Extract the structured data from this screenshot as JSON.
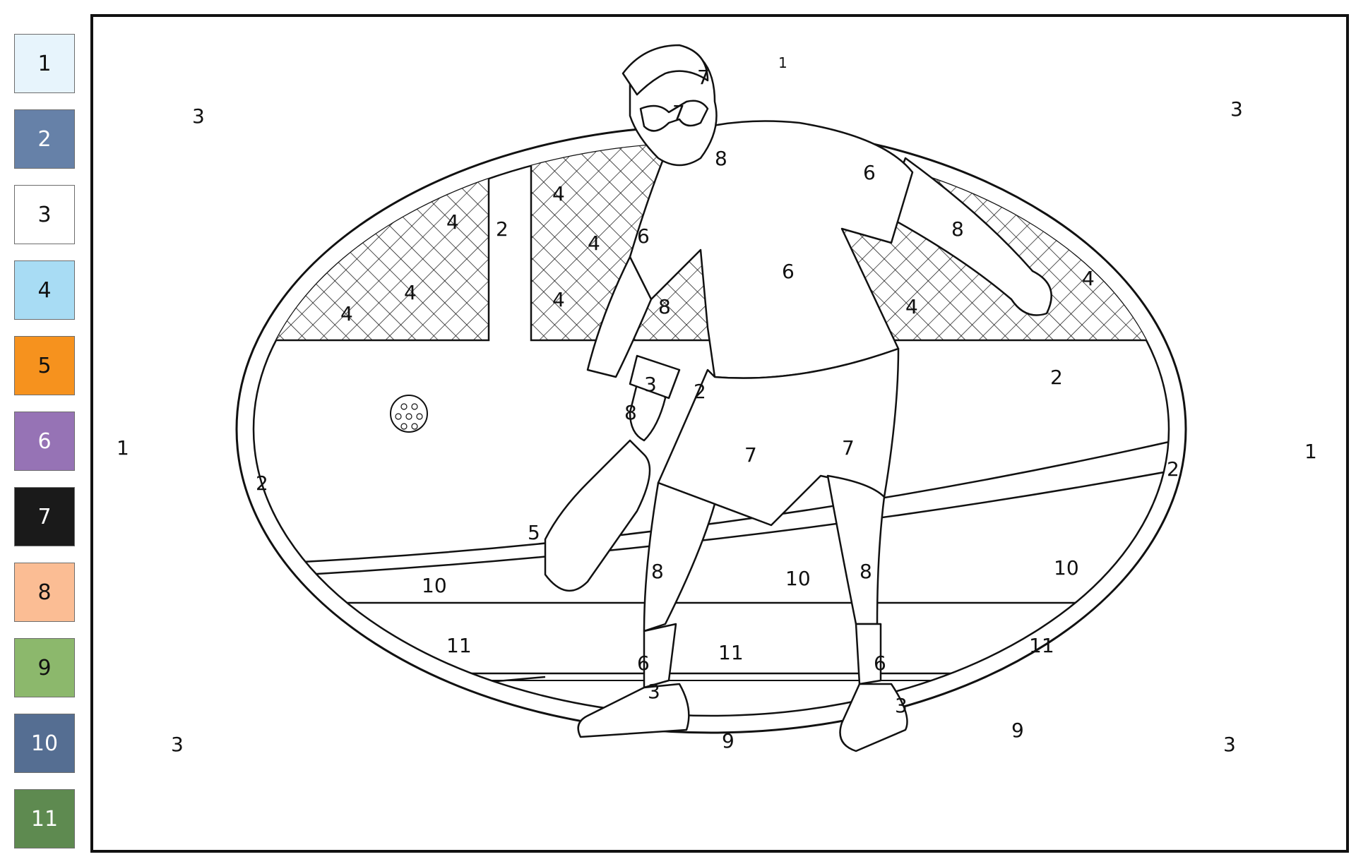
{
  "palette": [
    {
      "number": "1",
      "color": "#e7f4fc"
    },
    {
      "number": "2",
      "color": "#6681a8"
    },
    {
      "number": "3",
      "color": "#ffffff"
    },
    {
      "number": "4",
      "color": "#a8dcf4"
    },
    {
      "number": "5",
      "color": "#f6921e"
    },
    {
      "number": "6",
      "color": "#9673b5"
    },
    {
      "number": "7",
      "color": "#1a1a1a"
    },
    {
      "number": "8",
      "color": "#fbbd94"
    },
    {
      "number": "9",
      "color": "#8cb86c"
    },
    {
      "number": "10",
      "color": "#556e92"
    },
    {
      "number": "11",
      "color": "#5e8a50"
    }
  ],
  "canvas": {
    "subject": "pickleball player coloring page",
    "region_numbers": {
      "background": "3",
      "oval_ring": "1",
      "fence_pattern": "4",
      "court_sky": "2",
      "paddle": "5",
      "shirt": "6",
      "shorts": "7",
      "skin": "8",
      "court_far": "10",
      "court_near": "11",
      "ground": "9"
    }
  }
}
